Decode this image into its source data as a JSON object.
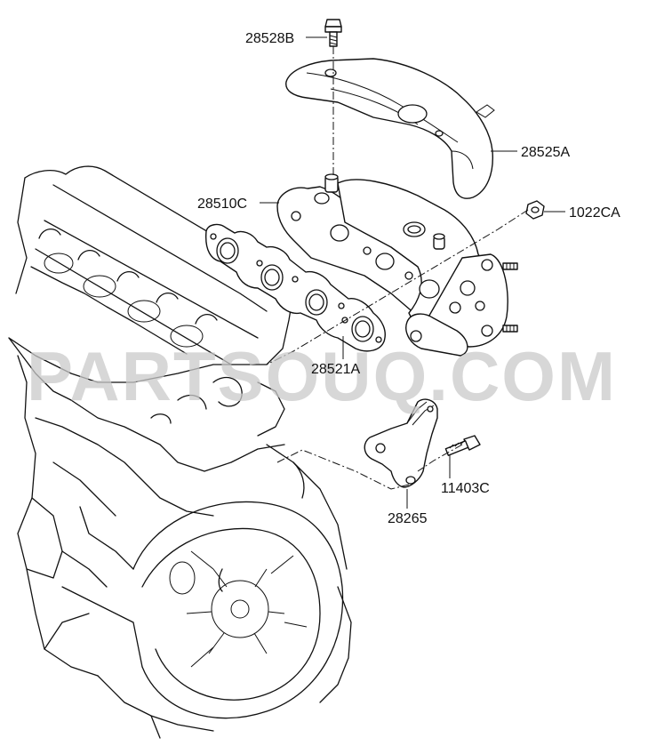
{
  "watermark": "PARTSOUQ.COM",
  "callouts": {
    "bolt_heat_shield": "28528B",
    "heat_shield": "28525A",
    "exhaust_manifold": "28510C",
    "nut": "1022CA",
    "manifold_gasket": "28521A",
    "bracket": "28265",
    "bolt_bracket": "11403C"
  }
}
